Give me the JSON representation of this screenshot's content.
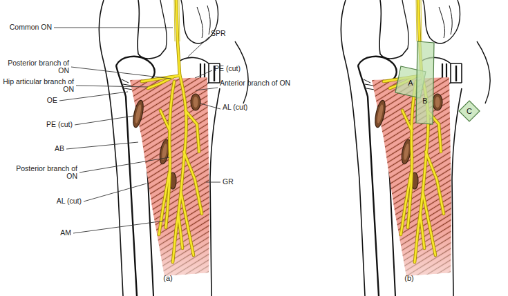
{
  "diagram": {
    "nodes": [
      {
        "text": [
          "A"
        ]
      },
      {
        "text": [
          "B"
        ]
      },
      {
        "text": [
          "C"
        ]
      }
    ],
    "labels": [
      "Common ON",
      "Posterior branch of ON",
      "Hip articular branch of ON",
      "OE",
      "PE (cut)",
      "AB",
      "Posterior branch of ON",
      "AL (cut)",
      "AM",
      "SPR",
      "PE (cut)",
      "Anterior branch of ON",
      "AL (cut)",
      "GR",
      "(a)",
      "(b)"
    ]
  }
}
